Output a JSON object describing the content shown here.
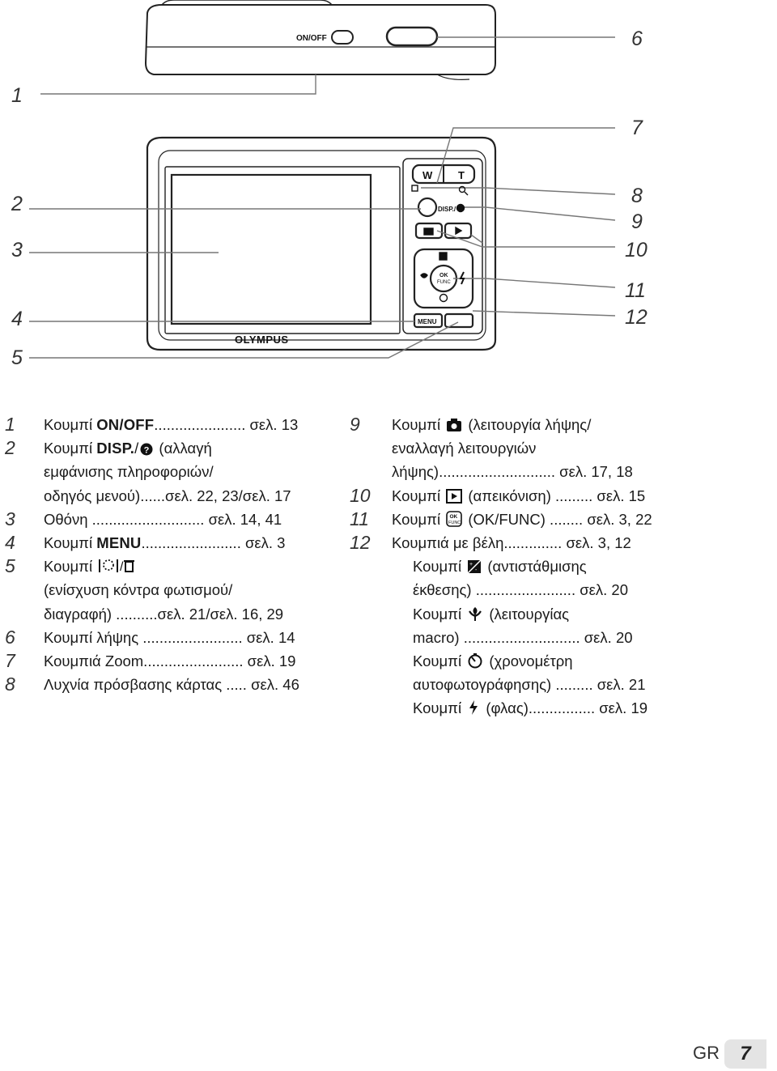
{
  "brand": "OLYMPUS",
  "top_label_onoff": "ON/OFF",
  "buttons": {
    "w": "W",
    "t": "T",
    "disp": "DISP./",
    "menu": "MENU",
    "ok": "OK",
    "func": "FUNC"
  },
  "callouts": [
    "1",
    "2",
    "3",
    "4",
    "5",
    "6",
    "7",
    "8",
    "9",
    "10",
    "11",
    "12"
  ],
  "left_list": [
    {
      "num": "1",
      "pre": "Κουμπί ",
      "kw": "ON/OFF",
      "post": "...................... σελ. 13",
      "icon": ""
    },
    {
      "num": "2",
      "pre": "Κουμπί ",
      "kw": "DISP.",
      "post": "/   (αλλαγή",
      "icon": "help"
    },
    {
      "num": "",
      "pre": "εμφάνισης πληροφοριών/",
      "kw": "",
      "post": "",
      "icon": ""
    },
    {
      "num": "",
      "pre": "οδηγός μενού)......σελ. 22, 23/σελ. 17",
      "kw": "",
      "post": "",
      "icon": ""
    },
    {
      "num": "3",
      "pre": "Οθόνη ........................... σελ. 14, 41",
      "kw": "",
      "post": "",
      "icon": ""
    },
    {
      "num": "4",
      "pre": "Κουμπί ",
      "kw": "MENU",
      "post": "........................ σελ. 3",
      "icon": ""
    },
    {
      "num": "5",
      "pre": "Κουμπί ",
      "kw": "",
      "post": "",
      "icon": "shadow-trash"
    },
    {
      "num": "",
      "pre": "(ενίσχυση κόντρα φωτισμού/",
      "kw": "",
      "post": "",
      "icon": ""
    },
    {
      "num": "",
      "pre": "διαγραφή) ..........σελ. 21/σελ. 16, 29",
      "kw": "",
      "post": "",
      "icon": ""
    },
    {
      "num": "6",
      "pre": "Κουμπί λήψης ........................ σελ. 14",
      "kw": "",
      "post": "",
      "icon": ""
    },
    {
      "num": "7",
      "pre": "Κουμπιά Zoom........................ σελ. 19",
      "kw": "",
      "post": "",
      "icon": ""
    },
    {
      "num": "8",
      "pre": "Λυχνία πρόσβασης κάρτας ..... σελ. 46",
      "kw": "",
      "post": "",
      "icon": ""
    }
  ],
  "right_list": [
    {
      "num": "9",
      "indent": false,
      "pre": "Κουμπί ",
      "icon": "camera",
      "post": " (λειτουργία λήψης/"
    },
    {
      "num": "",
      "indent": false,
      "pre": "εναλλαγή λειτουργιών",
      "icon": "",
      "post": ""
    },
    {
      "num": "",
      "indent": false,
      "pre": "λήψης)............................ σελ. 17, 18",
      "icon": "",
      "post": ""
    },
    {
      "num": "10",
      "indent": false,
      "pre": "Κουμπί ",
      "icon": "play",
      "post": " (απεικόνιση) ......... σελ. 15"
    },
    {
      "num": "11",
      "indent": false,
      "pre": "Κουμπί ",
      "icon": "okfunc",
      "post": " (OK/FUNC) ........ σελ. 3, 22"
    },
    {
      "num": "12",
      "indent": false,
      "pre": "Κουμπιά με βέλη.............. σελ. 3, 12",
      "icon": "",
      "post": ""
    },
    {
      "num": "",
      "indent": true,
      "pre": "Κουμπί ",
      "icon": "exposure",
      "post": " (αντιστάθμισης"
    },
    {
      "num": "",
      "indent": true,
      "pre": "έκθεσης) ........................ σελ. 20",
      "icon": "",
      "post": ""
    },
    {
      "num": "",
      "indent": true,
      "pre": "Κουμπί ",
      "icon": "macro",
      "post": " (λειτουργίας"
    },
    {
      "num": "",
      "indent": true,
      "pre": "macro) ............................ σελ. 20",
      "icon": "",
      "post": ""
    },
    {
      "num": "",
      "indent": true,
      "pre": "Κουμπί ",
      "icon": "timer",
      "post": " (χρονομέτρη"
    },
    {
      "num": "",
      "indent": true,
      "pre": "αυτοφωτογράφησης) ......... σελ. 21",
      "icon": "",
      "post": ""
    },
    {
      "num": "",
      "indent": true,
      "pre": "Κουμπί ",
      "icon": "flash",
      "post": " (φλας)................ σελ. 19"
    }
  ],
  "footer": {
    "lang": "GR",
    "page": "7"
  }
}
